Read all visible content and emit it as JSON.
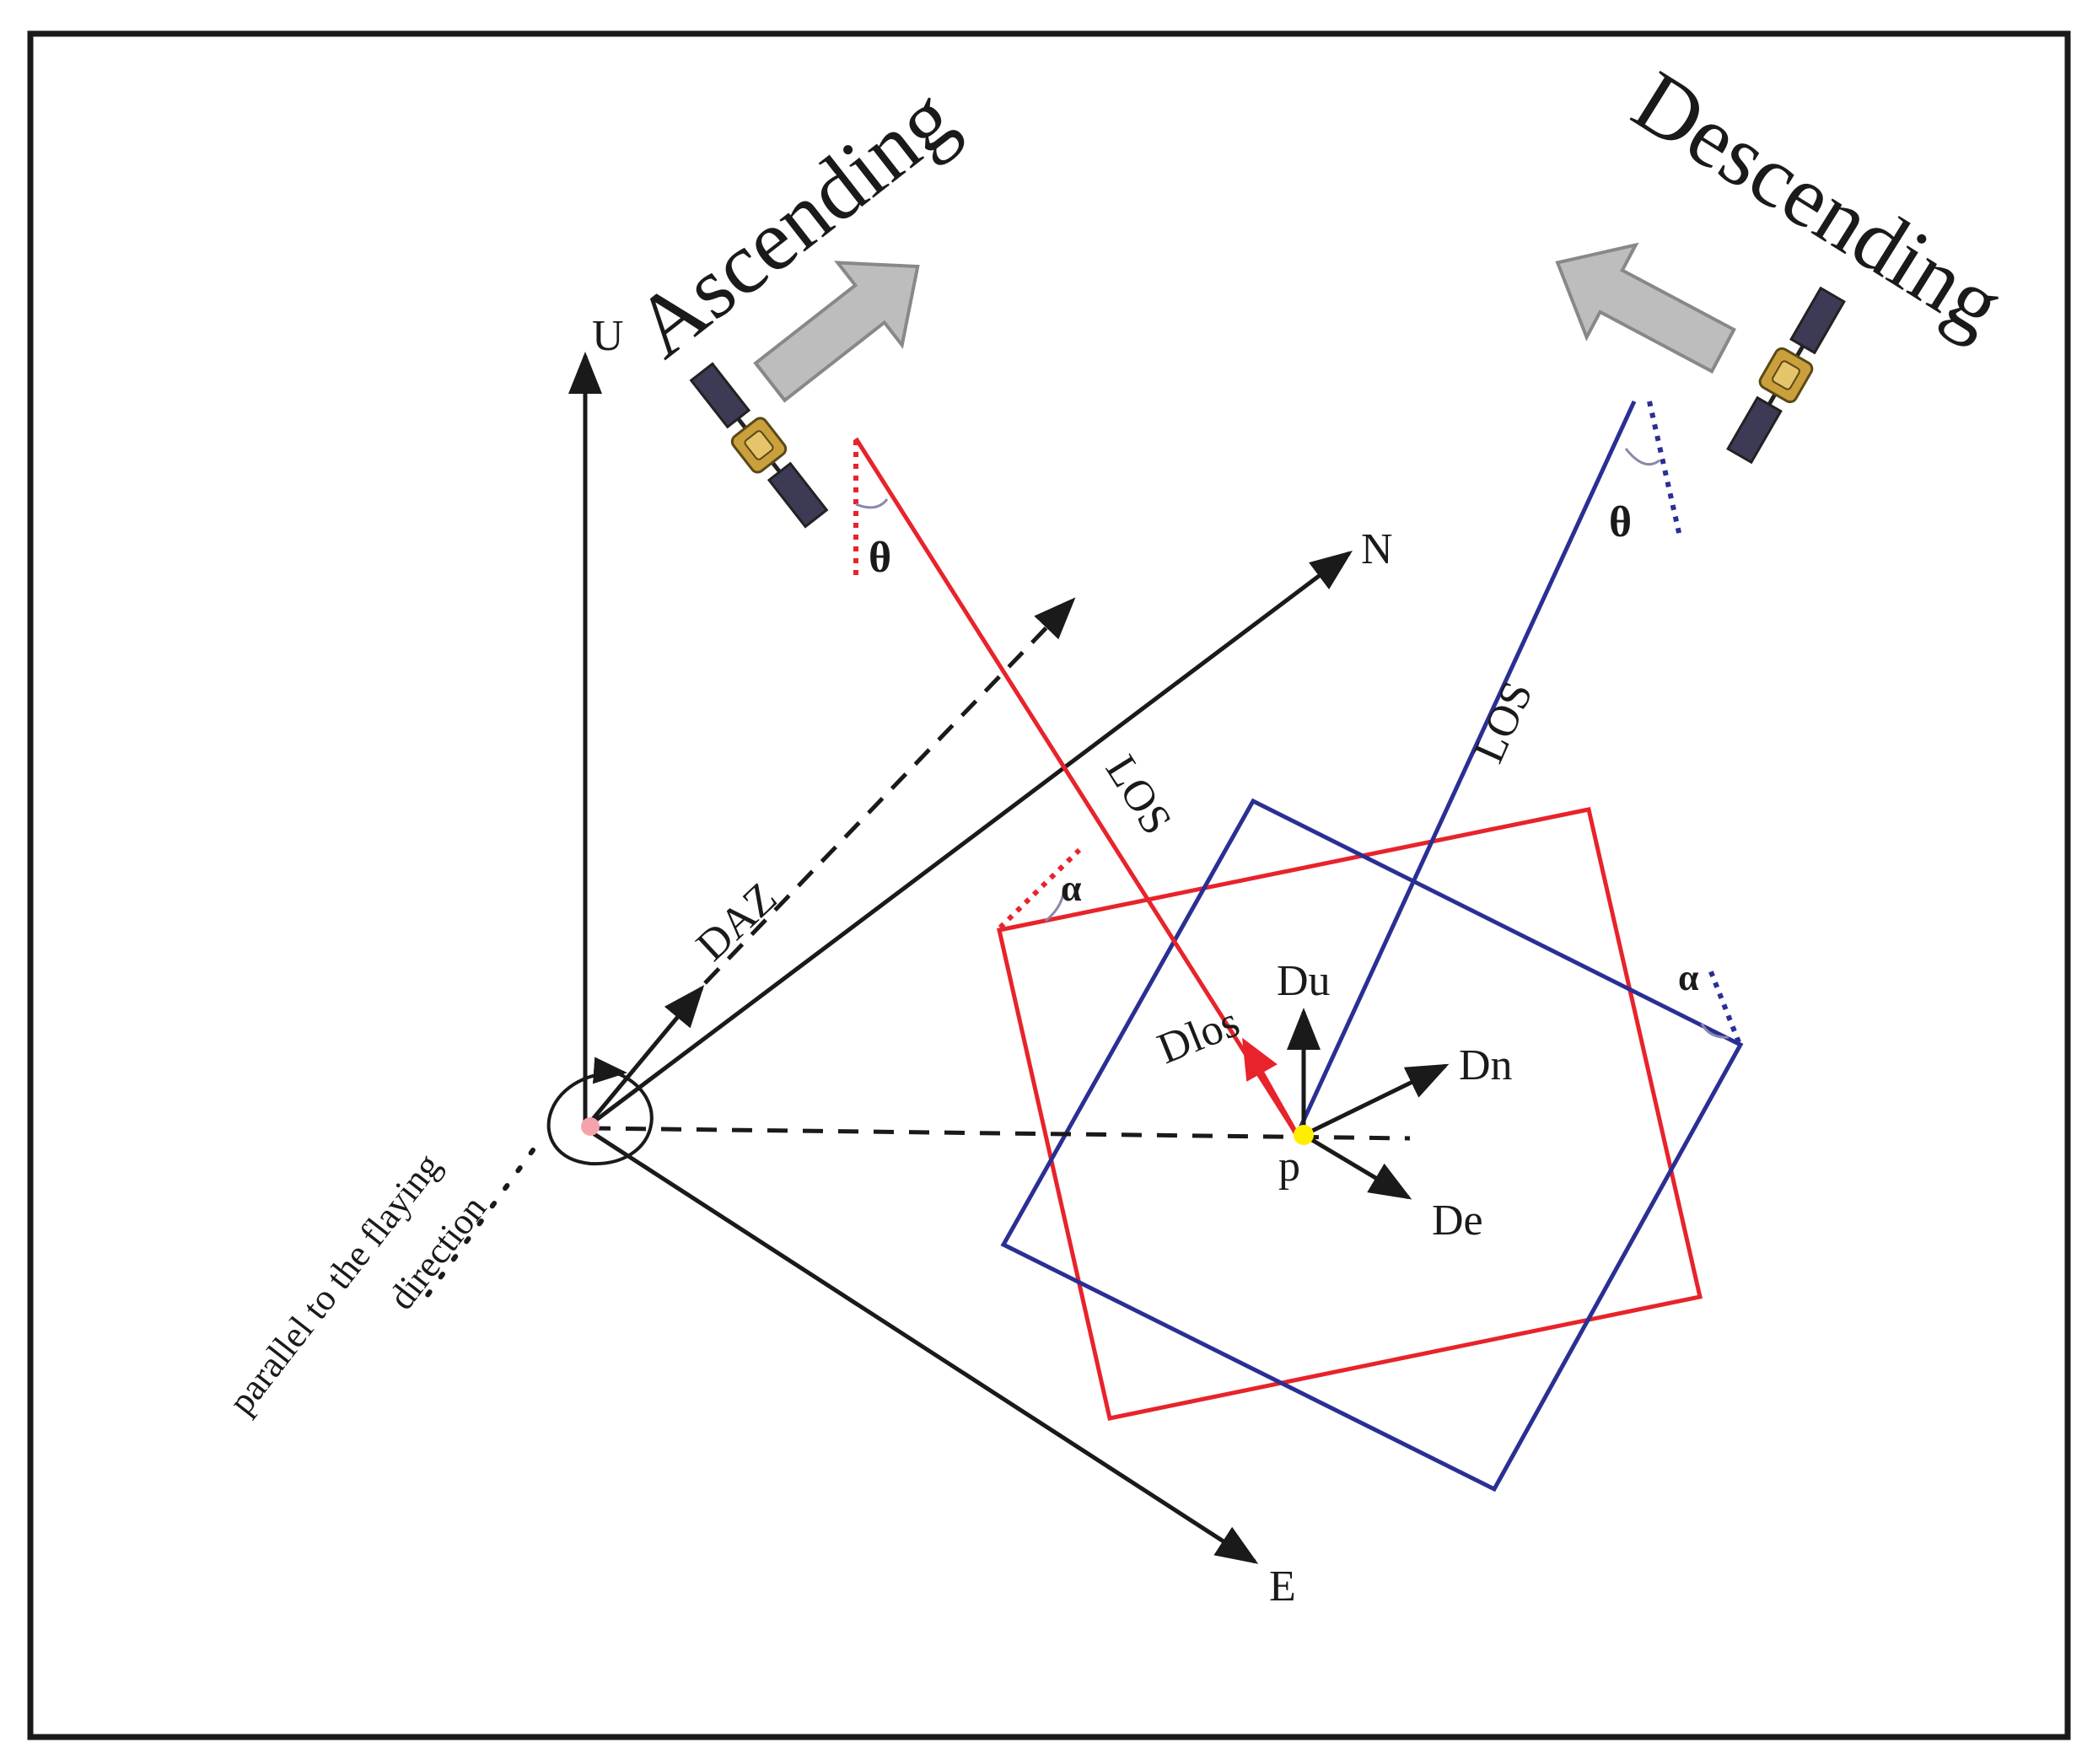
{
  "labels": {
    "ascending": "Ascending",
    "descending": "Descending",
    "u_axis": "U",
    "n_axis": "N",
    "e_axis": "E",
    "daz": "DAZ",
    "los_ascending": "LOS",
    "los_descending": "LOS",
    "theta_ascending": "θ",
    "theta_descending": "θ",
    "alpha_ascending": "α",
    "alpha_descending": "α",
    "du": "Du",
    "dn": "Dn",
    "de": "De",
    "dlos": "Dlos",
    "point": "p",
    "flying_line1": "parallel  to the flaying",
    "flying_line2": "direction"
  },
  "colors": {
    "ascending": "#e8232b",
    "descending": "#2a2f94",
    "axes": "#1a1a1a",
    "point": "#ffee00",
    "origin": "#f4a3ad",
    "satellite_arrow": "#bdbdbd"
  },
  "icons": [
    "satellite-icon",
    "flight-direction-arrow-icon"
  ]
}
